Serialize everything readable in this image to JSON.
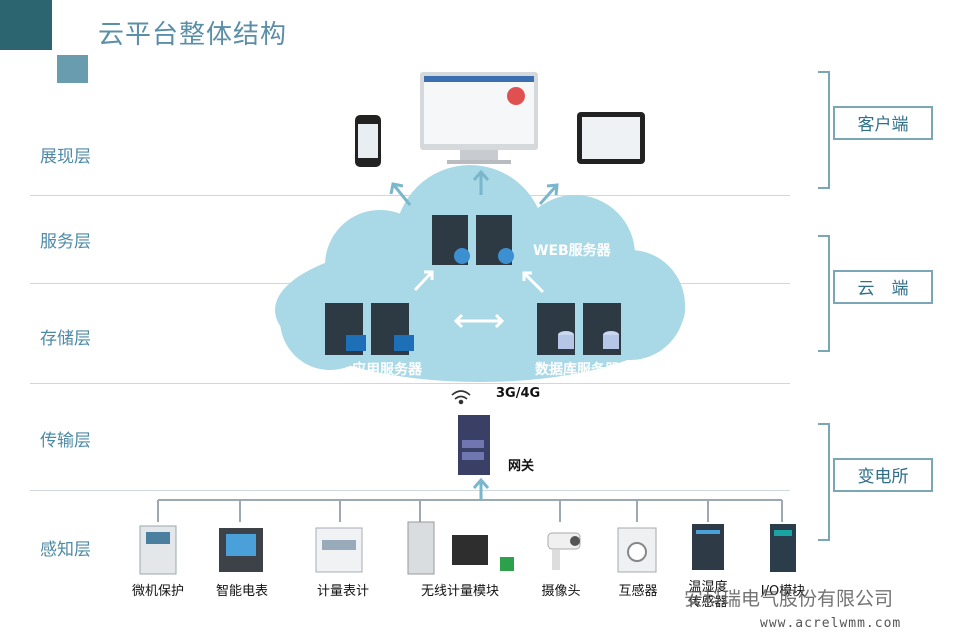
{
  "title": "云平台整体结构",
  "layers": [
    "展现层",
    "服务层",
    "存储层",
    "传输层",
    "感知层"
  ],
  "tags": [
    "客户端",
    "云　端",
    "变电所"
  ],
  "cloud": {
    "web_servers": "WEB服务器",
    "app_servers": "应用服务器",
    "db_servers": "数据库服务器"
  },
  "network": "3G/4G",
  "gateway": "网关",
  "devices": [
    "微机保护",
    "智能电表",
    "计量表计",
    "无线计量模块",
    "摄像头",
    "互感器",
    "温湿度\n传感器",
    "I/O模块"
  ],
  "watermark": {
    "company": "安科瑞电气股份有限公司",
    "url": "www.acrelwmm.com"
  },
  "colors": {
    "accent": "#4d8aa6",
    "cloud": "#a9d8e6",
    "bracket": "#7aa6b8"
  }
}
